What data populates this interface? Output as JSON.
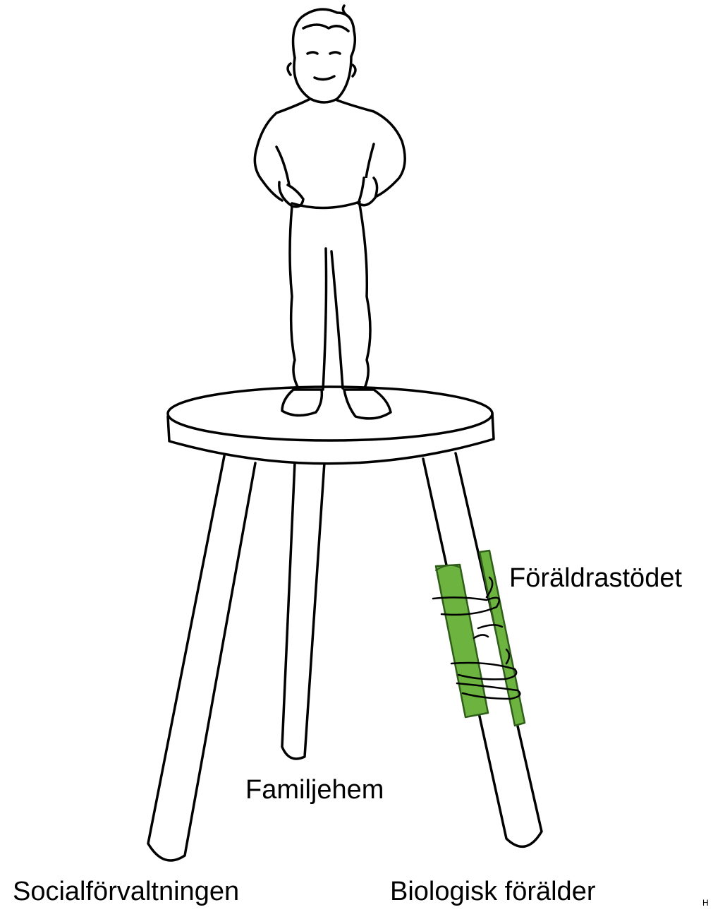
{
  "labels": {
    "splint": "Föräldrastödet",
    "foster_family": "Familjehem",
    "social_services": "Socialförvaltningen",
    "biological_parent": "Biologisk förälder",
    "corner_mark": "H"
  },
  "colors": {
    "line": "#000000",
    "background": "#ffffff",
    "splint_fill": "#6db33f",
    "splint_stroke": "#2f5e1a"
  },
  "icons": {
    "figure": "child-figure-icon",
    "stool": "three-legged-stool-icon",
    "splint": "green-splint-icon"
  }
}
